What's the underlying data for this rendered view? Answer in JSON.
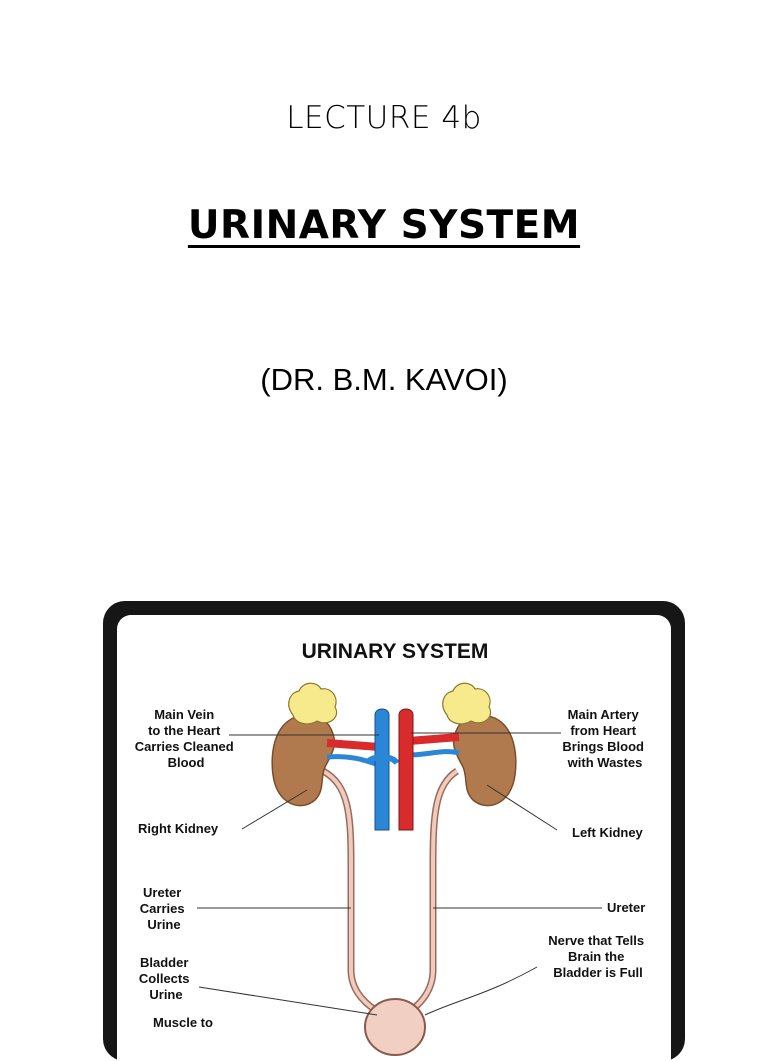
{
  "header": {
    "lecture": "LECTURE 4b",
    "title": "URINARY SYSTEM",
    "author": "(DR. B.M. KAVOI)"
  },
  "diagram": {
    "title": "URINARY SYSTEM",
    "labels": {
      "main_vein": [
        "Main Vein",
        "to the Heart",
        "Carries Cleaned",
        "Blood"
      ],
      "main_artery": [
        "Main Artery",
        "from Heart",
        "Brings Blood",
        "with Wastes"
      ],
      "right_kidney": "Right Kidney",
      "left_kidney": "Left Kidney",
      "ureter_left": [
        "Ureter",
        "Carries",
        "Urine"
      ],
      "ureter_right": "Ureter",
      "nerve": [
        "Nerve that Tells",
        "Brain the",
        "Bladder is Full"
      ],
      "bladder": [
        "Bladder",
        "Collects",
        "Urine"
      ],
      "muscle": "Muscle to"
    },
    "colors": {
      "kidney": "#b07a4e",
      "adrenal": "#f7ea8c",
      "vein": "#2a86d6",
      "artery": "#d92b2b",
      "ureter": "#e8c2b4",
      "frame": "#161616"
    }
  }
}
